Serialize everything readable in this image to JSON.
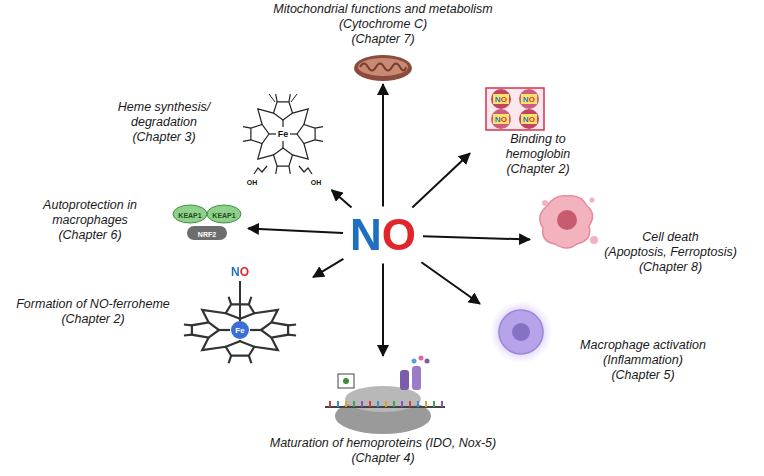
{
  "diagram": {
    "nodes": [
      {
        "text": [
          "NO"
        ]
      },
      {
        "text": [
          "Mitochondrial functions and metabolism",
          "(Cytochrome C)",
          "(Chapter 7)"
        ]
      },
      {
        "text": [
          "Heme synthesis/ degradation",
          "(Chapter 3)"
        ]
      },
      {
        "text": [
          "Binding to hemoglobin",
          "(Chapter 2)"
        ]
      },
      {
        "text": [
          "Autoprotection in macrophages",
          "(Chapter 6)"
        ]
      },
      {
        "text": [
          "Cell death",
          "(Apoptosis, Ferroptosis)",
          "(Chapter 8)"
        ]
      },
      {
        "text": [
          "Formation of NO-ferroheme",
          "(Chapter 2)"
        ]
      },
      {
        "text": [
          "Macrophage activation",
          "(Inflammation)",
          "(Chapter 5)"
        ]
      },
      {
        "text": [
          "Maturation of hemoproteins (IDO, Nox-5)",
          "(Chapter 4)"
        ]
      }
    ],
    "edges": [
      {
        "from": 0,
        "to": 1,
        "arrow": "to"
      },
      {
        "from": 0,
        "to": 2,
        "arrow": "to"
      },
      {
        "from": 0,
        "to": 3,
        "arrow": "to"
      },
      {
        "from": 0,
        "to": 4,
        "arrow": "to"
      },
      {
        "from": 0,
        "to": 5,
        "arrow": "to"
      },
      {
        "from": 0,
        "to": 6,
        "arrow": "to"
      },
      {
        "from": 0,
        "to": 7,
        "arrow": "to"
      },
      {
        "from": 0,
        "to": 8,
        "arrow": "to"
      }
    ],
    "labels": [
      "Fe",
      "OH",
      "OH",
      "NO",
      "NO",
      "NO",
      "NO",
      "KEAP1",
      "KEAP1",
      "NRF2",
      "NO",
      "Fe"
    ]
  }
}
